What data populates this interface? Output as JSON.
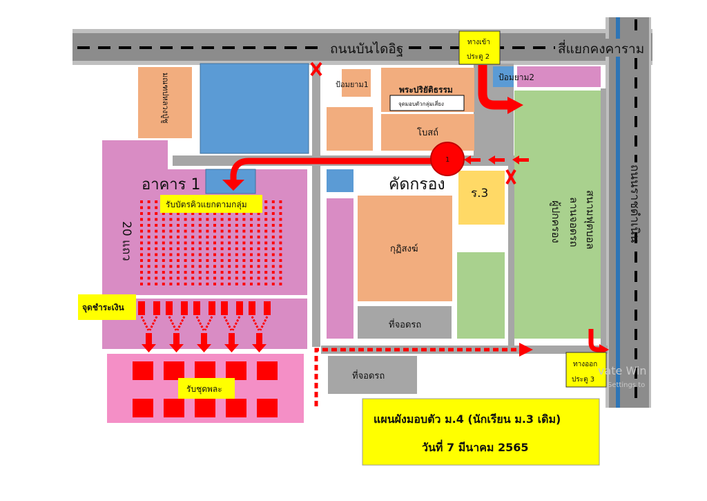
{
  "title": {
    "line1": "แผนผังมอบตัว ม.4 (นักเรียน ม.3 เดิม)",
    "line2": "วันที่ 7 มีนาคม 2565"
  },
  "roads": {
    "top": "ถนนบันไดอิฐ",
    "intersection": "สี่แยกคงคาราม",
    "right": "ถนนราชดำเนิน"
  },
  "gates": {
    "entrance_l1": "ทางเข้า",
    "entrance_l2": "ประตู 2",
    "exit_l1": "ทางออก",
    "exit_l2": "ประตู 3"
  },
  "buildings": {
    "mondop": "มณฑปหลวงปู่ชู",
    "guard1": "ป้อมยาม1",
    "guard2": "ป้อมยาม2",
    "pariyat": "พระปริยัติธรรม",
    "pariyat_note": "จุดมอบตัวกลุ่มเสี่ยง",
    "bot": "โบสถ์",
    "building1": "อาคาร 1",
    "screening": "คัดกรอง",
    "r3": "ร.3",
    "kuti": "กุฏิสงฆ์",
    "parking1": "ที่จอดรถ",
    "parking2": "ที่จอดรถ",
    "field_l1": "สนามฟุตบอล",
    "field_l2": "ลานจอดรถ",
    "field_l3": "ผู้ปกครอง"
  },
  "stations": {
    "queue": "รับบัตรคิวแยกตามกลุ่ม",
    "rows": "20 แถว",
    "payment": "จุดชำระเงิน",
    "uniform": "รับชุดพละ",
    "checkpoint_number": "1"
  },
  "watermark": {
    "line1": "vate Win",
    "line2": "Settings to"
  },
  "colors": {
    "road": "#8c8c8c",
    "orange": "#f2ad7e",
    "blue": "#5b9bd5",
    "pink": "#d98cc4",
    "lightpink": "#f48fc6",
    "green": "#a9d18e",
    "yellow": "#ffff00",
    "red": "#ff0000"
  }
}
